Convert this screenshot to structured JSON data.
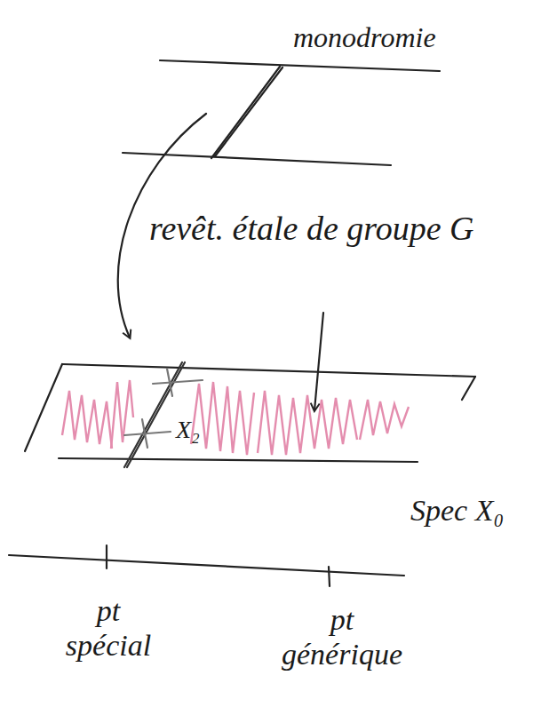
{
  "diagram": {
    "labels": [
      "monodromie",
      "revêt. étale de groupe G",
      "X₂",
      "Spec X₀",
      "pt spécial",
      "pt générique"
    ]
  }
}
